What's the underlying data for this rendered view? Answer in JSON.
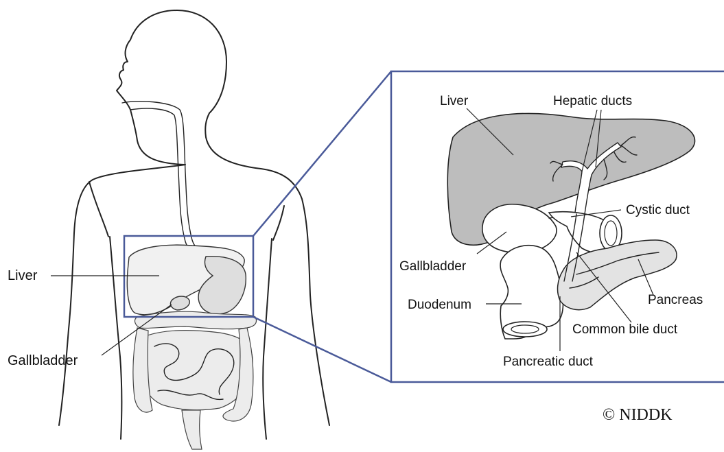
{
  "figure": {
    "left_labels": {
      "liver": "Liver",
      "gallbladder": "Gallbladder"
    },
    "inset_labels": {
      "liver": "Liver",
      "hepatic_ducts": "Hepatic ducts",
      "cystic_duct": "Cystic duct",
      "gallbladder": "Gallbladder",
      "pancreas": "Pancreas",
      "duodenum": "Duodenum",
      "common_bile_duct": "Common bile duct",
      "pancreatic_duct": "Pancreatic duct"
    },
    "credit": "© NIDDK",
    "colors": {
      "zoom_frame": "#4a5a99",
      "liver_fill": "#bdbdbd",
      "line": "#222222"
    }
  }
}
